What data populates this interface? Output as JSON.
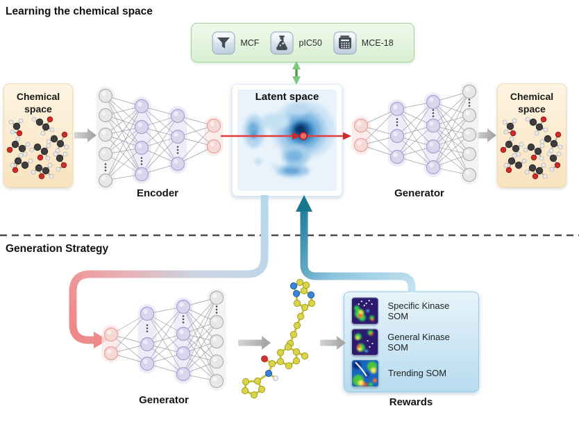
{
  "titles": {
    "learning_section": "Learning the chemical space",
    "generation_section": "Generation Strategy"
  },
  "objective_panel": {
    "items": [
      {
        "icon": "funnel-icon",
        "label": "MCF"
      },
      {
        "icon": "flask-icon",
        "label": "pIC50"
      },
      {
        "icon": "calculator-icon",
        "label": "MCE-18"
      }
    ]
  },
  "chemical_space_left": {
    "title": "Chemical space"
  },
  "chemical_space_right": {
    "title": "Chemical space"
  },
  "latent_space": {
    "title": "Latent space"
  },
  "encoder": {
    "label": "Encoder"
  },
  "generator_top": {
    "label": "Generator"
  },
  "generator_bottom": {
    "label": "Generator"
  },
  "rewards": {
    "title": "Rewards",
    "items": [
      {
        "label": "Specific Kinase SOM"
      },
      {
        "label": "General Kinase SOM"
      },
      {
        "label": "Trending SOM"
      }
    ]
  },
  "colors": {
    "accent_green": "#43a047",
    "accent_red": "#e23d3d",
    "accent_teal": "#1d7b9b",
    "accent_pink": "#ef8a8a",
    "accent_lightblue": "#b7d8ea",
    "node_grey": "#e7e7e7",
    "node_purple": "#d8d5ed",
    "node_pink": "#f6d8d5"
  }
}
